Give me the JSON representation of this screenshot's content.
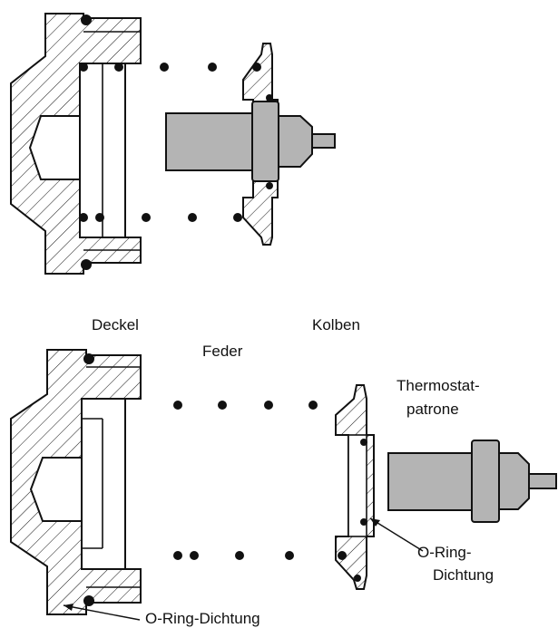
{
  "labels": {
    "deckel": "Deckel",
    "feder": "Feder",
    "kolben": "Kolben",
    "thermostat_line1": "Thermostat-",
    "thermostat_line2": "patrone",
    "oring_right_line1": "O-Ring-",
    "oring_right_line2": "Dichtung",
    "oring_bottom": "O-Ring-Dichtung"
  },
  "colors": {
    "stroke": "#111111",
    "cartridge_fill": "#b4b4b4",
    "background": "#ffffff"
  }
}
